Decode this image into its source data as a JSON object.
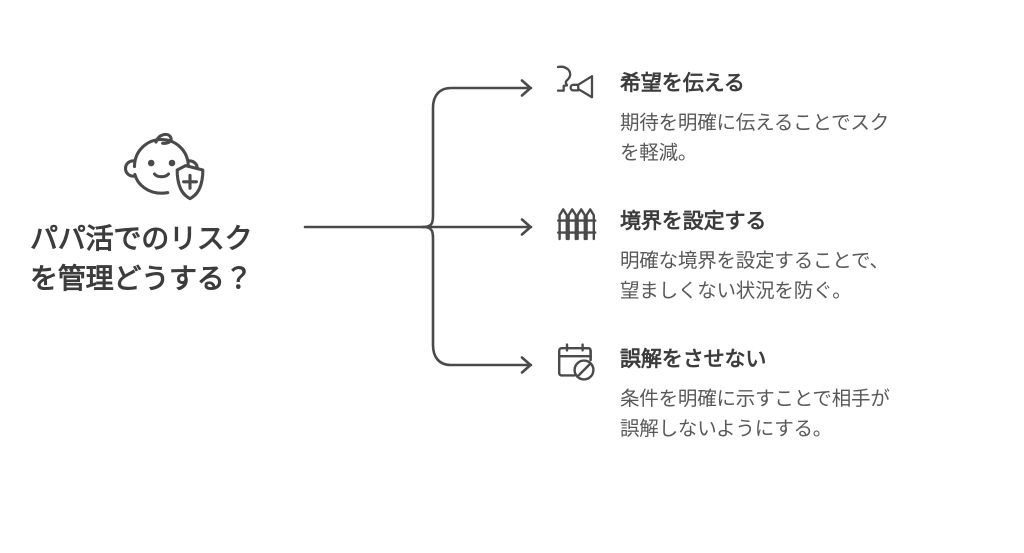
{
  "theme": {
    "background": "#ffffff",
    "stroke": "#4a4a4a",
    "heading_color": "#3c3c3c",
    "body_color": "#585858"
  },
  "root": {
    "icon": "baby-shield-icon",
    "title": "パパ活でのリスク\nを管理どうする？"
  },
  "branches": [
    {
      "icon": "megaphone-speaker-icon",
      "heading": "希望を伝える",
      "description": "期待を明確に伝えることでスク\nを軽減。"
    },
    {
      "icon": "fence-icon",
      "heading": "境界を設定する",
      "description": "明確な境界を設定することで、\n望ましくない状況を防ぐ。"
    },
    {
      "icon": "calendar-blocked-icon",
      "heading": "誤解をさせない",
      "description": "条件を明確に示すことで相手が\n誤解しないようにする。"
    }
  ]
}
